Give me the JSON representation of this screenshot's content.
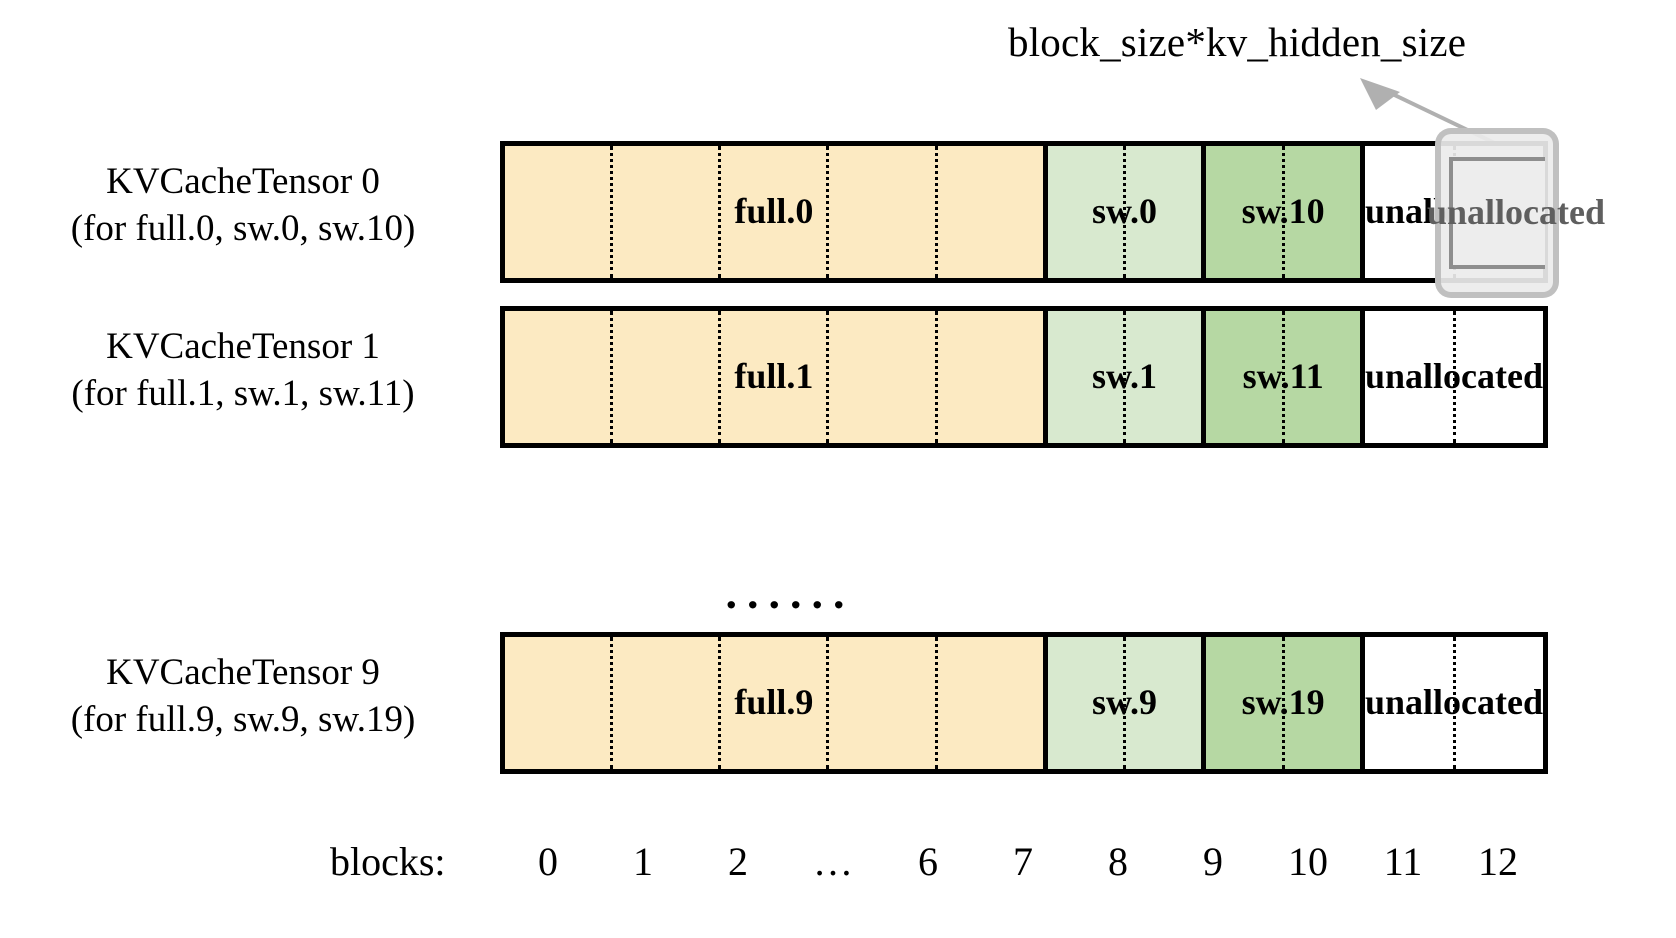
{
  "annotation": {
    "label": "block_size*kv_hidden_size",
    "arrow_icon": "arrow-up-right-icon",
    "arrow_color": "#b0b0b0"
  },
  "colors": {
    "full_cell": "#fceac2",
    "sw_light_cell": "#d8e9cf",
    "sw_dark_cell": "#b6d8a3",
    "unallocated_cell": "#ffffff",
    "border": "#000000",
    "highlight_fill": "#ededed",
    "highlight_border": "#bebebe",
    "highlight_text": "#5f5f5f"
  },
  "rows": [
    {
      "label_line1": "KVCacheTensor 0",
      "label_line2": "(for full.0, sw.0, sw.10)",
      "cells": [
        {
          "text": "full.0",
          "kind": "full",
          "blocks": 7
        },
        {
          "text": "sw.0",
          "kind": "sw_light",
          "blocks": 2
        },
        {
          "text": "sw.10",
          "kind": "sw_dark",
          "blocks": 2
        },
        {
          "text": "unallocated",
          "kind": "unallocated",
          "blocks": 2
        }
      ]
    },
    {
      "label_line1": "KVCacheTensor 1",
      "label_line2": "(for full.1, sw.1, sw.11)",
      "cells": [
        {
          "text": "full.1",
          "kind": "full",
          "blocks": 7
        },
        {
          "text": "sw.1",
          "kind": "sw_light",
          "blocks": 2
        },
        {
          "text": "sw.11",
          "kind": "sw_dark",
          "blocks": 2
        },
        {
          "text": "unallocated",
          "kind": "unallocated",
          "blocks": 2
        }
      ]
    },
    {
      "label_line1": "KVCacheTensor 9",
      "label_line2": "(for full.9, sw.9, sw.19)",
      "cells": [
        {
          "text": "full.9",
          "kind": "full",
          "blocks": 7
        },
        {
          "text": "sw.9",
          "kind": "sw_light",
          "blocks": 2
        },
        {
          "text": "sw.19",
          "kind": "sw_dark",
          "blocks": 2
        },
        {
          "text": "unallocated",
          "kind": "unallocated",
          "blocks": 2
        }
      ]
    }
  ],
  "middle_ellipsis": "......",
  "highlight": {
    "text": "unallocated",
    "target_block": "11"
  },
  "axis": {
    "title": "blocks:",
    "ticks": [
      "0",
      "1",
      "2",
      "…",
      "6",
      "7",
      "8",
      "9",
      "10",
      "11",
      "12"
    ]
  }
}
